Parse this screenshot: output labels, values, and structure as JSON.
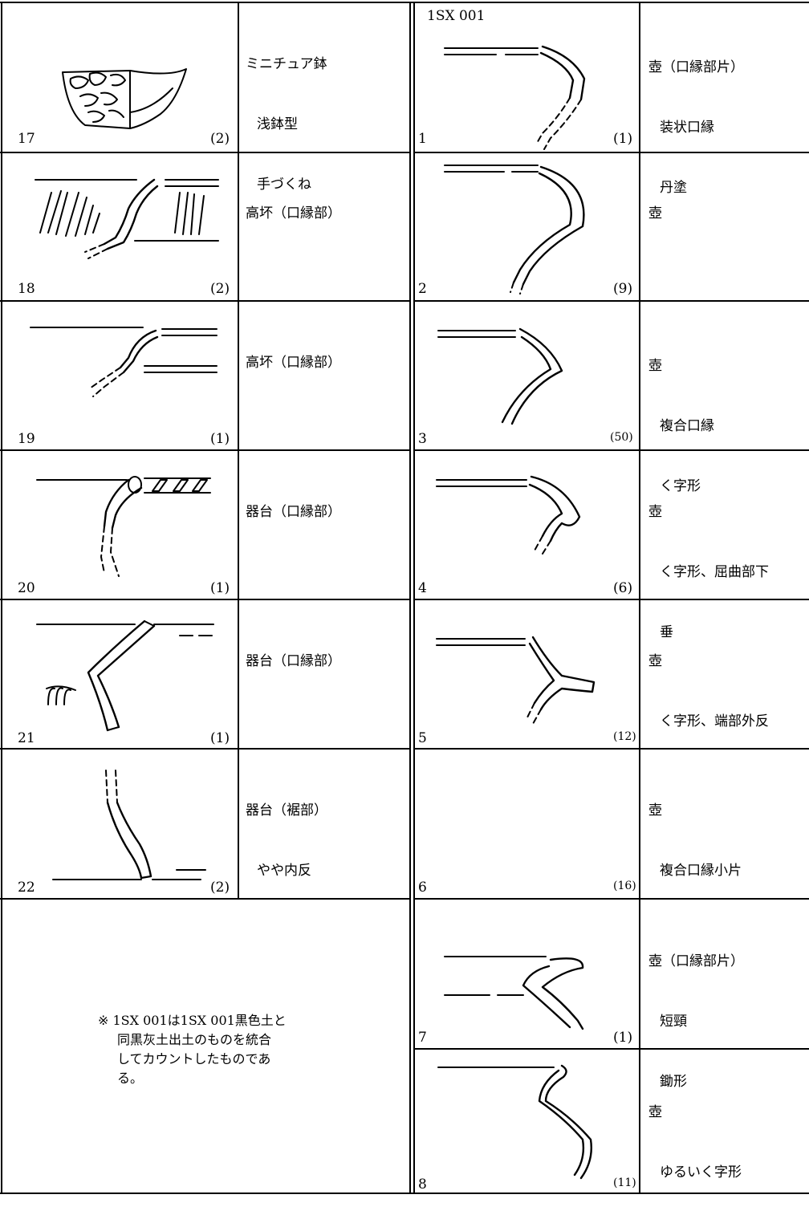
{
  "left_rows": [
    {
      "no": "17",
      "count": "(2)",
      "desc": [
        "ミニチュア鉢",
        "浅鉢型",
        "手づくね"
      ]
    },
    {
      "no": "18",
      "count": "(2)",
      "desc": [
        "高坏（口縁部）"
      ]
    },
    {
      "no": "19",
      "count": "(1)",
      "desc": [
        "高坏（口縁部）"
      ]
    },
    {
      "no": "20",
      "count": "(1)",
      "desc": [
        "器台（口縁部）"
      ]
    },
    {
      "no": "21",
      "count": "(1)",
      "desc": [
        "器台（口縁部）"
      ]
    },
    {
      "no": "22",
      "count": "(2)",
      "desc": [
        "器台（裾部）",
        "やや内反"
      ]
    }
  ],
  "right_header": "1SX 001",
  "right_rows": [
    {
      "no": "1",
      "count": "(1)",
      "desc": [
        "壺（口縁部片）",
        "装状口縁",
        "丹塗"
      ]
    },
    {
      "no": "2",
      "count": "(9)",
      "desc": [
        "壺"
      ]
    },
    {
      "no": "3",
      "count": "(50)",
      "desc": [
        "壺",
        "複合口縁",
        "く字形"
      ]
    },
    {
      "no": "4",
      "count": "(6)",
      "desc": [
        "壺",
        "く字形、屈曲部下",
        "垂"
      ]
    },
    {
      "no": "5",
      "count": "(12)",
      "desc": [
        "壺",
        "く字形、端部外反"
      ]
    },
    {
      "no": "6",
      "count": "(16)",
      "desc": [
        "壺",
        "複合口縁小片"
      ]
    },
    {
      "no": "7",
      "count": "(1)",
      "desc": [
        "壺（口縁部片）",
        "短頸",
        "鋤形"
      ]
    },
    {
      "no": "8",
      "count": "(11)",
      "desc": [
        "壺",
        "ゆるいく字形"
      ]
    }
  ],
  "note": [
    "※ 1SX 001は1SX 001黒色土と",
    "同黒灰土出土のものを統合",
    "してカウントしたものであ",
    "る。"
  ]
}
